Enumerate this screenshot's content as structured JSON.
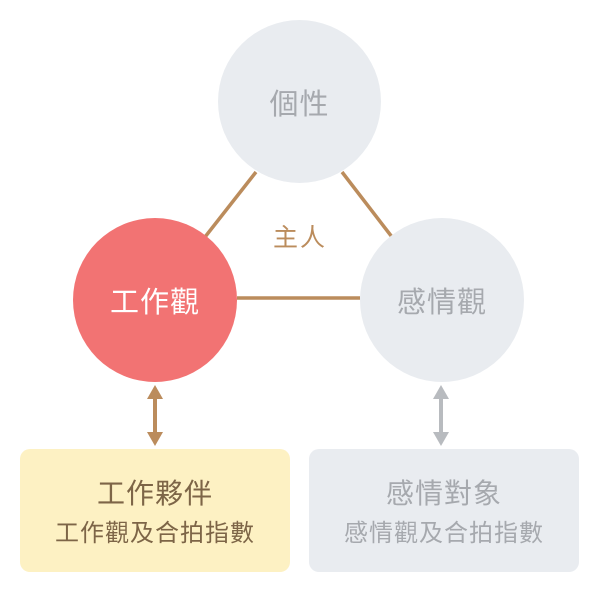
{
  "nodes": {
    "personality": {
      "label": "個性"
    },
    "work": {
      "label": "工作觀"
    },
    "love": {
      "label": "感情觀"
    }
  },
  "center_label": "主人",
  "cards": {
    "work": {
      "title": "工作夥伴",
      "subtitle": "工作觀及合拍指數"
    },
    "love": {
      "title": "感情對象",
      "subtitle": "感情觀及合拍指數"
    }
  },
  "colors": {
    "connector": "#bb8c5c",
    "inactive_circle": "#e9ecf0",
    "inactive_text": "#a6a9ae",
    "active_circle": "#f27373",
    "active_text": "#ffffff",
    "work_card_bg": "#fdf1c3",
    "work_card_text": "#7d6547",
    "love_card_bg": "#e9ecf0",
    "love_card_text": "#a6a9ae",
    "work_arrow": "#bb8c5c",
    "love_arrow": "#b8bbbf"
  }
}
